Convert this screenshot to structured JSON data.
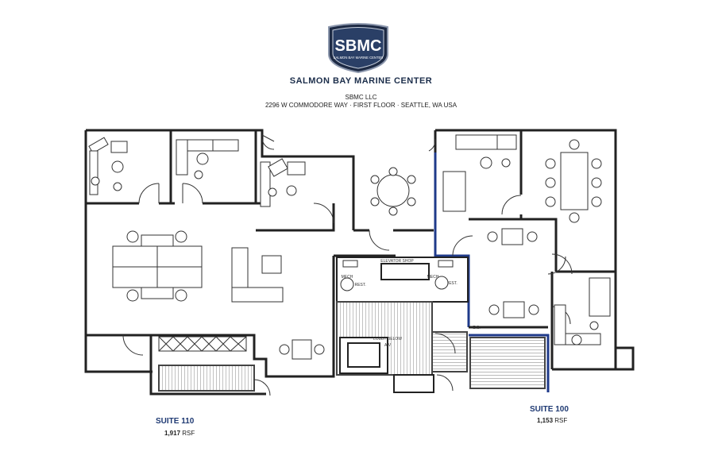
{
  "logo": {
    "text": "SBMC",
    "subtext": "SALMON BAY MARINE CENTER"
  },
  "header": {
    "title": "SALMON BAY MARINE CENTER",
    "owner": "SBMC LLC",
    "address": "2296 W COMMODORE WAY · FIRST FLOOR · SEATTLE, WA USA"
  },
  "plan_labels": {
    "elevator": "ELEVATOR SHOP",
    "ada_left": "ADA REST.",
    "ada_right": "ADA REST.",
    "mech_left": "MECH",
    "mech_right": "MECH",
    "lobby": "LOBBY BELOW",
    "lobby_sub": "A/V",
    "marker": "E.S."
  },
  "suites": [
    {
      "name": "SUITE 110",
      "rsf_value": "1,917",
      "rsf_unit": "RSF"
    },
    {
      "name": "SUITE 100",
      "rsf_value": "1,153",
      "rsf_unit": "RSF"
    }
  ],
  "colors": {
    "suite_outline": "#1f3a8a",
    "wall": "#222222",
    "navy": "#1b2d4a"
  }
}
